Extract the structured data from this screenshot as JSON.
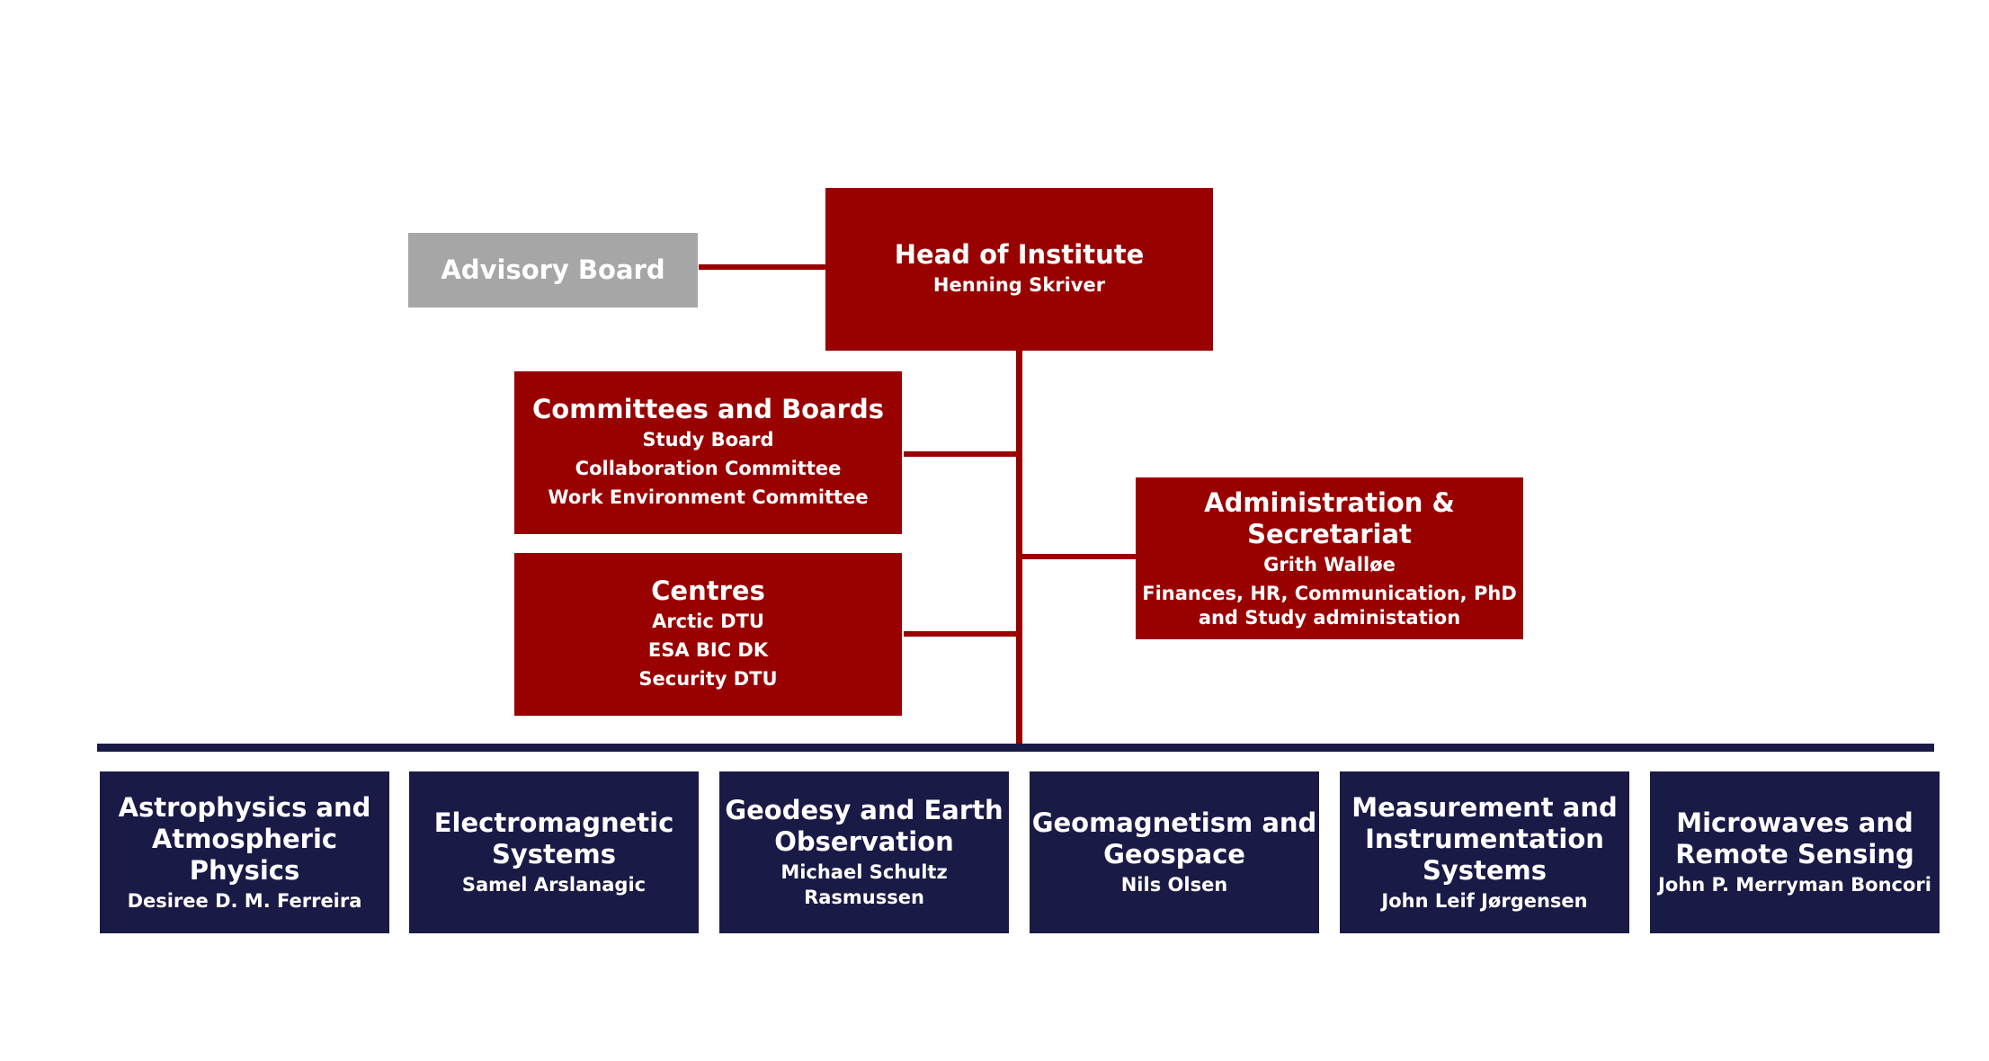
{
  "colors": {
    "red": "#990000",
    "navy": "#1a1a47",
    "grey": "#a6a6a6"
  },
  "head": {
    "title": "Head of Institute",
    "name": "Henning Skriver"
  },
  "advisory": {
    "title": "Advisory Board"
  },
  "committees": {
    "title": "Committees and Boards",
    "items": [
      "Study Board",
      "Collaboration Committee",
      "Work Environment Committee"
    ]
  },
  "centres": {
    "title": "Centres",
    "items": [
      "Arctic DTU",
      "ESA BIC DK",
      "Security DTU"
    ]
  },
  "admin": {
    "title": "Administration & Secretariat",
    "name": "Grith Walløe",
    "desc": [
      "Finances, HR, Communication, PhD",
      "and Study administation"
    ]
  },
  "departments": [
    {
      "title": [
        "Astrophysics and",
        "Atmospheric Physics"
      ],
      "head": "Desiree D. M. Ferreira"
    },
    {
      "title": [
        "Electromagnetic",
        "Systems"
      ],
      "head": "Samel Arslanagic"
    },
    {
      "title": [
        "Geodesy and Earth",
        "Observation"
      ],
      "head": "Michael Schultz Rasmussen"
    },
    {
      "title": [
        "Geomagnetism and",
        "Geospace"
      ],
      "head": "Nils Olsen"
    },
    {
      "title": [
        "Measurement and",
        "Instrumentation",
        "Systems"
      ],
      "head": "John Leif Jørgensen"
    },
    {
      "title": [
        "Microwaves and",
        "Remote Sensing"
      ],
      "head": "John P. Merryman Boncori"
    }
  ]
}
